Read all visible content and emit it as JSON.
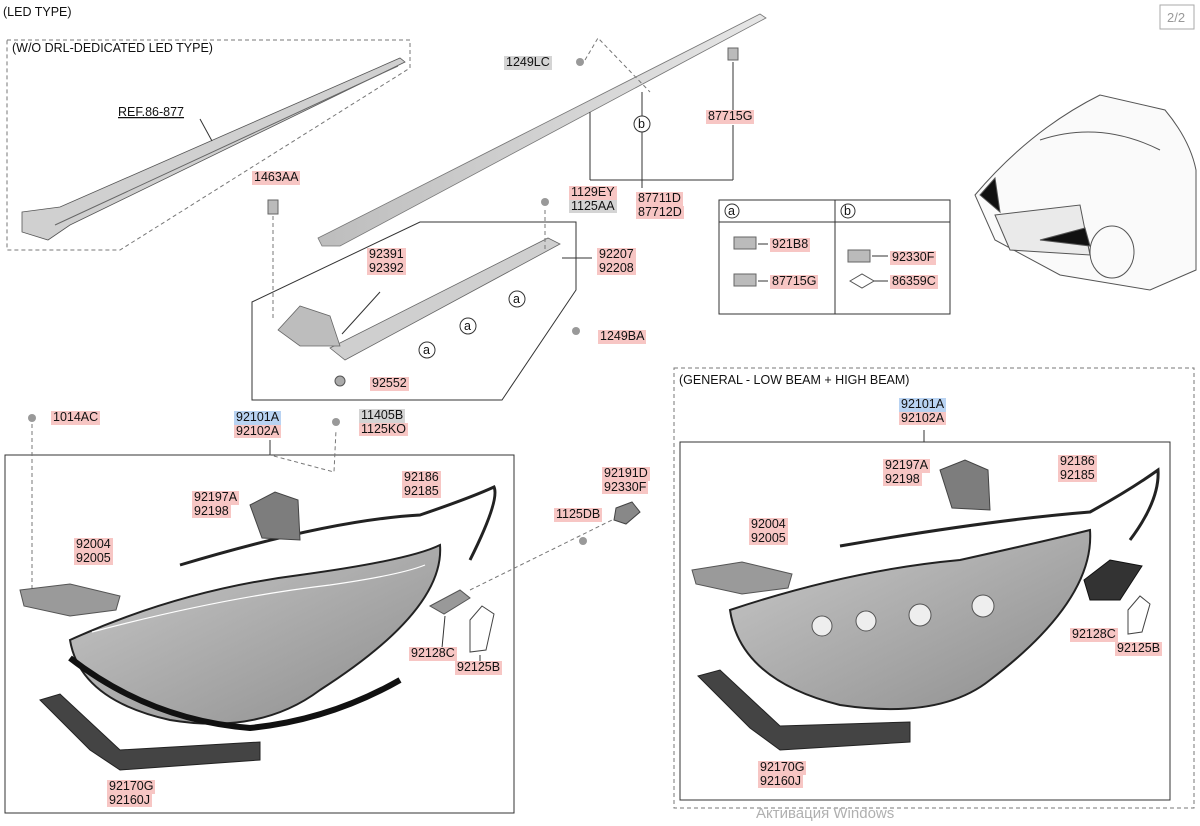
{
  "header": {
    "title": "(LED TYPE)",
    "page_indicator": "2/2"
  },
  "sections": {
    "wo_drl": "(W/O DRL-DEDICATED LED TYPE)",
    "general": "(GENERAL - LOW BEAM + HIGH BEAM)"
  },
  "callouts": {
    "a": "a",
    "b": "b"
  },
  "ref_label": "REF.86-877",
  "watermark": "Активация Windows",
  "colors": {
    "pink_label": "#f7c6c4",
    "blue_label": "#b9d3f2",
    "gray_label": "#d4d4d4"
  },
  "parts": [
    {
      "id": "1249lc",
      "lines": [
        "1249LC"
      ],
      "style": "gray"
    },
    {
      "id": "87715g-top",
      "lines": [
        "87715G"
      ],
      "style": "pink"
    },
    {
      "id": "87711d",
      "lines": [
        "87711D",
        "87712D"
      ],
      "style": "pink"
    },
    {
      "id": "1463aa",
      "lines": [
        "1463AA"
      ],
      "style": "pink"
    },
    {
      "id": "1129ey",
      "lines": [
        "1129EY",
        "1125AA"
      ],
      "style": "pink-gray"
    },
    {
      "id": "92391",
      "lines": [
        "92391",
        "92392"
      ],
      "style": "pink"
    },
    {
      "id": "92207",
      "lines": [
        "92207",
        "92208"
      ],
      "style": "pink"
    },
    {
      "id": "1249ba",
      "lines": [
        "1249BA"
      ],
      "style": "pink"
    },
    {
      "id": "92552",
      "lines": [
        "92552"
      ],
      "style": "pink"
    },
    {
      "id": "921b8",
      "lines": [
        "921B8"
      ],
      "style": "pink"
    },
    {
      "id": "87715g-box",
      "lines": [
        "87715G"
      ],
      "style": "pink"
    },
    {
      "id": "92330f-box",
      "lines": [
        "92330F"
      ],
      "style": "pink"
    },
    {
      "id": "86359c",
      "lines": [
        "86359C"
      ],
      "style": "pink"
    },
    {
      "id": "1014ac",
      "lines": [
        "1014AC"
      ],
      "style": "pink"
    },
    {
      "id": "92101a-left",
      "lines": [
        "92101A",
        "92102A"
      ],
      "style": "blue-pink"
    },
    {
      "id": "11405b",
      "lines": [
        "11405B",
        "1125KO"
      ],
      "style": "gray-pink"
    },
    {
      "id": "92186-left",
      "lines": [
        "92186",
        "92185"
      ],
      "style": "pink"
    },
    {
      "id": "92197a-left",
      "lines": [
        "92197A",
        "92198"
      ],
      "style": "pink"
    },
    {
      "id": "92004-left",
      "lines": [
        "92004",
        "92005"
      ],
      "style": "pink"
    },
    {
      "id": "92191d",
      "lines": [
        "92191D",
        "92330F"
      ],
      "style": "pink"
    },
    {
      "id": "1125db",
      "lines": [
        "1125DB"
      ],
      "style": "pink"
    },
    {
      "id": "92128c-left",
      "lines": [
        "92128C"
      ],
      "style": "pink"
    },
    {
      "id": "92125b-left",
      "lines": [
        "92125B"
      ],
      "style": "pink"
    },
    {
      "id": "92170g-left",
      "lines": [
        "92170G",
        "92160J"
      ],
      "style": "pink"
    },
    {
      "id": "92101a-right",
      "lines": [
        "92101A",
        "92102A"
      ],
      "style": "blue-pink"
    },
    {
      "id": "92197a-right",
      "lines": [
        "92197A",
        "92198"
      ],
      "style": "pink"
    },
    {
      "id": "92186-right",
      "lines": [
        "92186",
        "92185"
      ],
      "style": "pink"
    },
    {
      "id": "92004-right",
      "lines": [
        "92004",
        "92005"
      ],
      "style": "pink"
    },
    {
      "id": "92128c-right",
      "lines": [
        "92128C"
      ],
      "style": "pink"
    },
    {
      "id": "92125b-right",
      "lines": [
        "92125B"
      ],
      "style": "pink"
    },
    {
      "id": "92170g-right",
      "lines": [
        "92170G",
        "92160J"
      ],
      "style": "pink"
    }
  ]
}
